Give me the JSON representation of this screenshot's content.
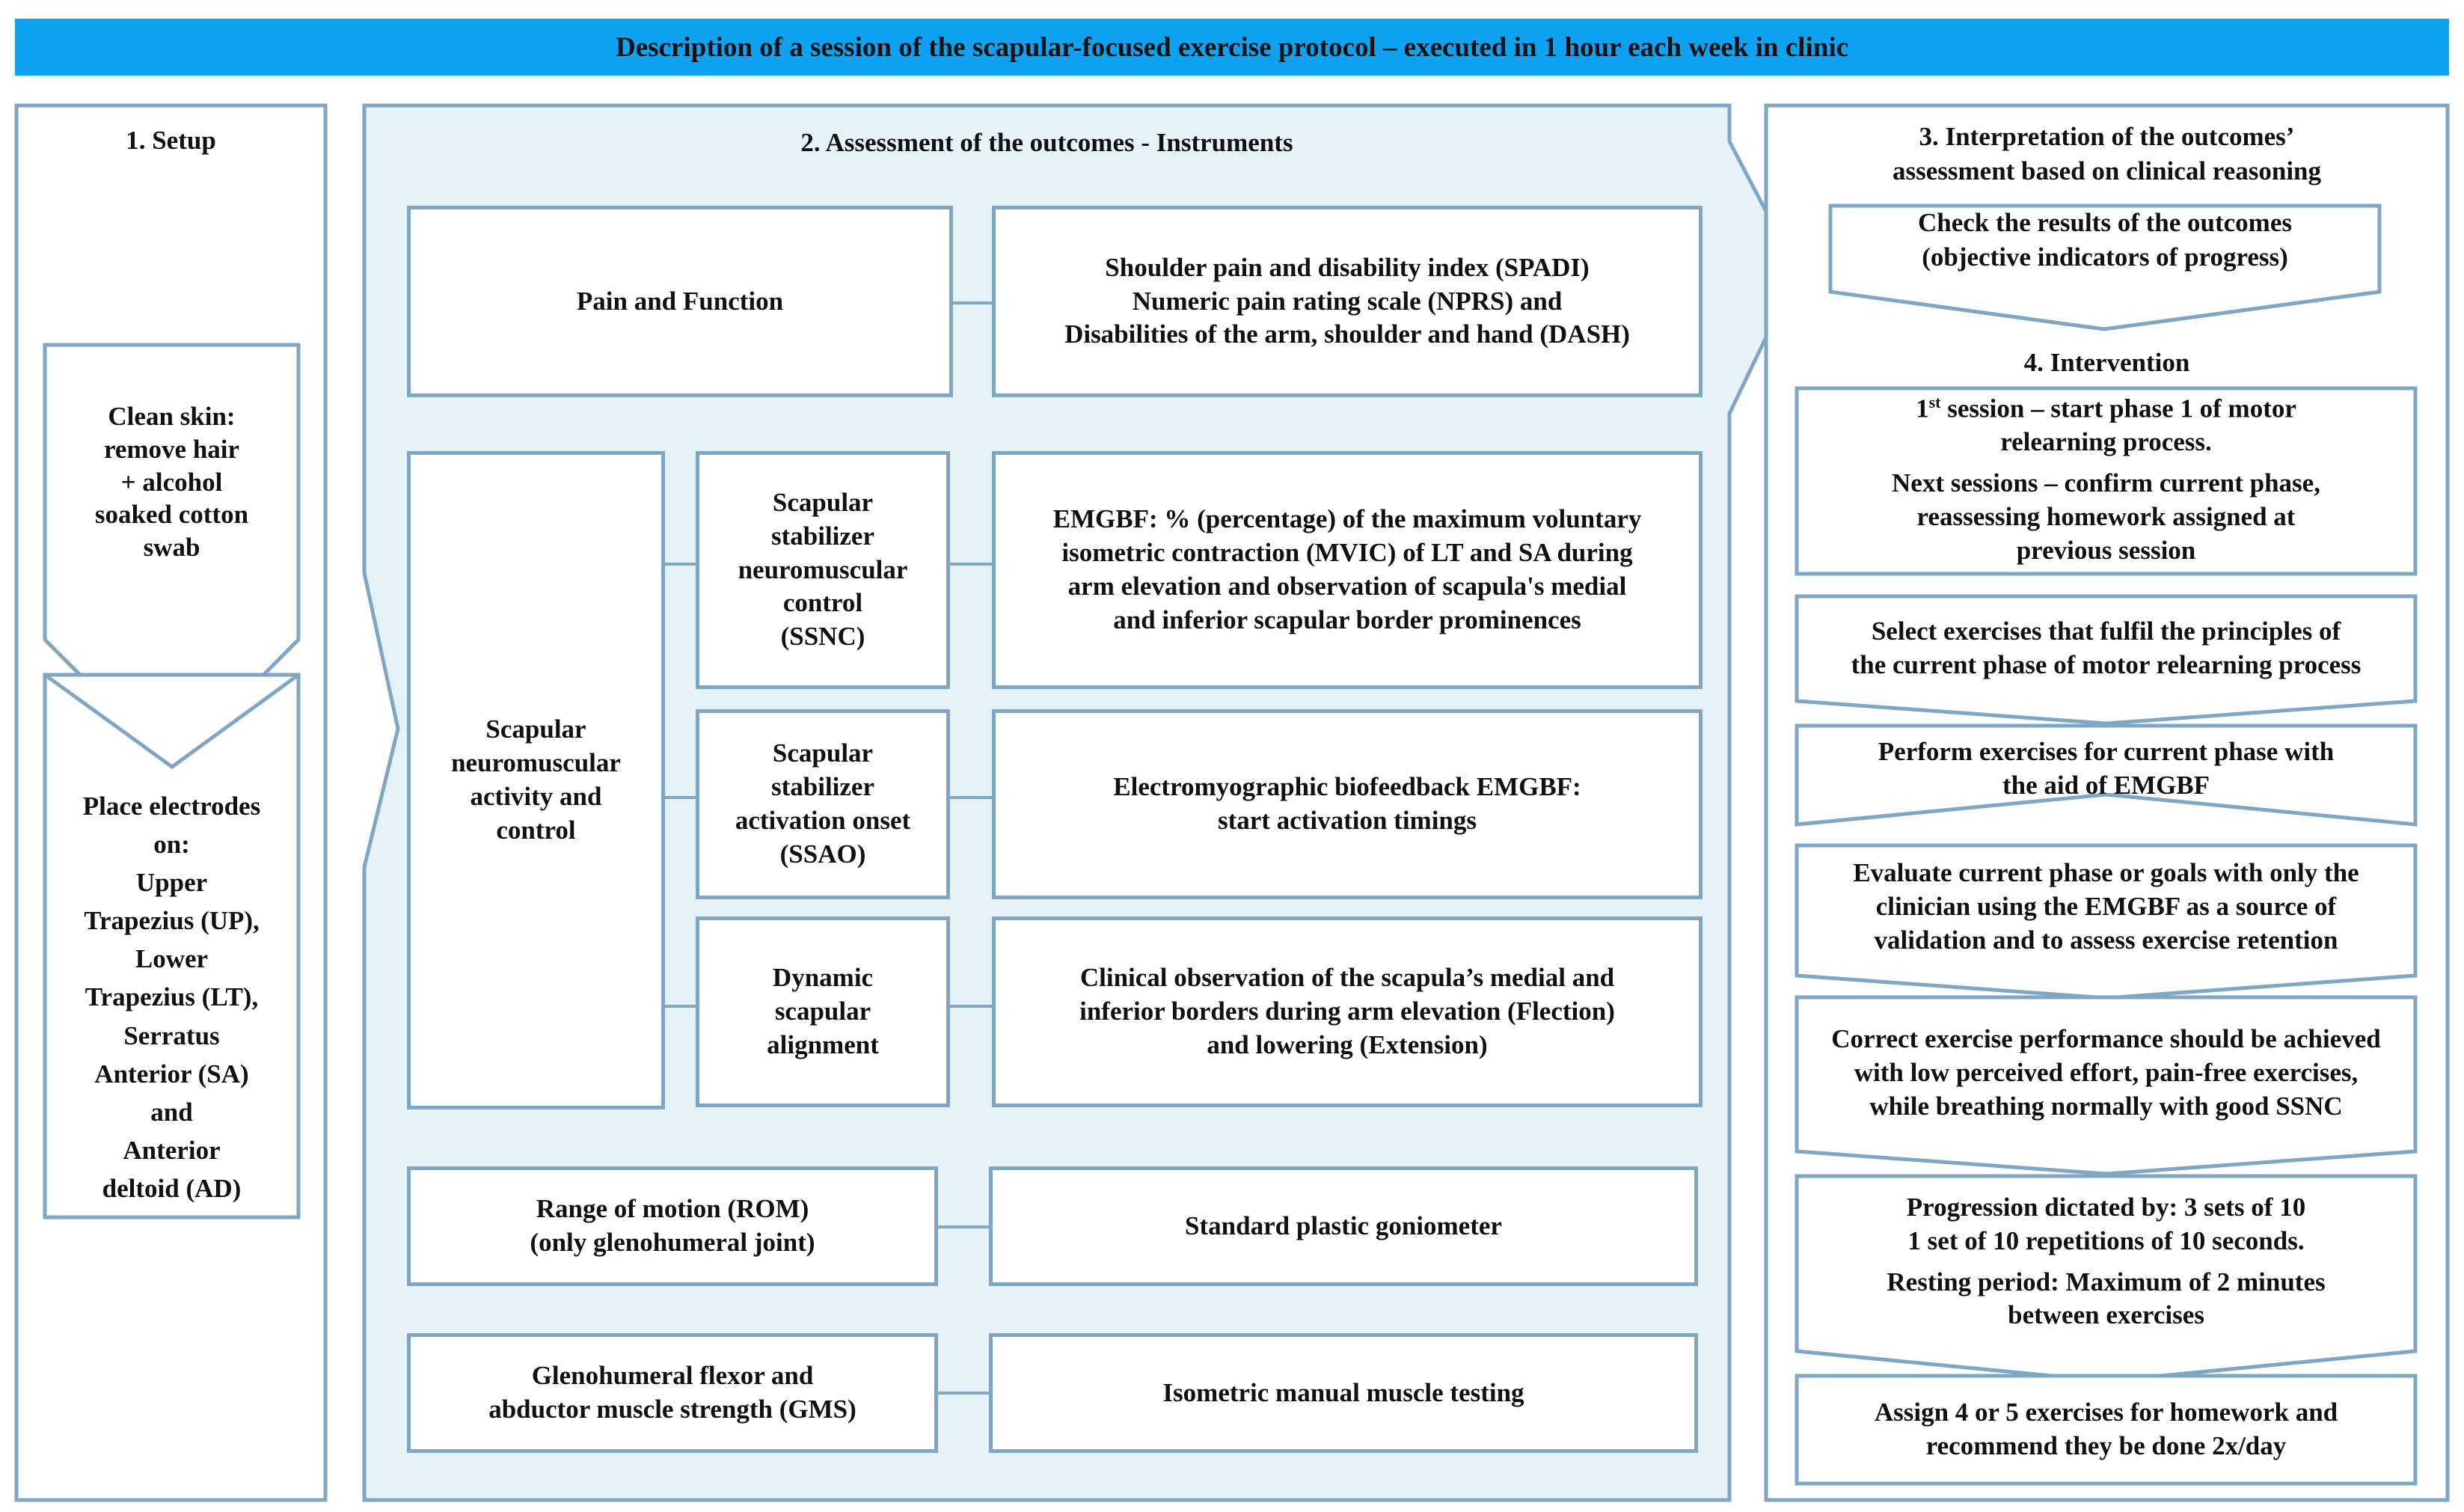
{
  "title": "Description of a session of the scapular-focused exercise protocol – executed in 1 hour each week in clinic",
  "setup": {
    "heading": "1. Setup",
    "clean_skin": [
      "Clean skin:",
      "remove hair",
      "+ alcohol",
      "soaked cotton",
      "swab"
    ],
    "electrodes": [
      "Place electrodes",
      "on:",
      "Upper",
      "Trapezius (UP),",
      "Lower",
      "Trapezius (LT),",
      "Serratus",
      "Anterior (SA)",
      "and",
      "Anterior",
      "deltoid (AD)"
    ]
  },
  "assessment": {
    "heading": "2. Assessment of the outcomes - Instruments",
    "pain_function": {
      "label": "Pain and Function",
      "instrument": [
        "Shoulder pain and disability index (SPADI)",
        "Numeric pain rating scale (NPRS) and",
        "Disabilities of the arm, shoulder and hand (DASH)"
      ]
    },
    "scapular": {
      "label": [
        "Scapular",
        "neuromuscular",
        "activity and",
        "control"
      ],
      "ssnc": {
        "label": [
          "Scapular",
          "stabilizer",
          "neuromuscular",
          "control",
          "(SSNC)"
        ],
        "instrument": [
          "EMGBF: % (percentage) of the maximum voluntary",
          "isometric contraction (MVIC) of  LT and SA during",
          "arm elevation and observation of scapula's medial",
          "and inferior scapular border prominences"
        ]
      },
      "ssao": {
        "label": [
          "Scapular",
          "stabilizer",
          "activation onset",
          "(SSAO)"
        ],
        "instrument": [
          "Electromyographic biofeedback EMGBF:",
          "start activation timings"
        ]
      },
      "dynamic": {
        "label": [
          "Dynamic",
          "scapular",
          "alignment"
        ],
        "instrument": [
          "Clinical observation of the scapula’s medial and",
          "inferior borders during arm elevation (Flection)",
          "and lowering (Extension)"
        ]
      }
    },
    "rom": {
      "label": [
        "Range of motion (ROM)",
        "(only glenohumeral joint)"
      ],
      "instrument": "Standard plastic goniometer"
    },
    "gms": {
      "label": [
        "Glenohumeral flexor and",
        "abductor muscle strength (GMS)"
      ],
      "instrument": "Isometric manual muscle testing"
    }
  },
  "interpretation": {
    "heading": [
      "3. Interpretation of the outcomes’",
      "assessment based on clinical reasoning"
    ],
    "check": [
      "Check the results of the outcomes",
      "(objective indicators of progress)"
    ]
  },
  "intervention": {
    "heading": "4. Intervention",
    "first_pre": "1",
    "first_sup": "st",
    "first_post": " session – start phase 1 of motor",
    "first_line2": "relearning process.",
    "next": [
      "Next sessions – confirm current phase,",
      "reassessing homework assigned at",
      "previous session"
    ],
    "select": [
      "Select exercises that fulfil the principles of",
      "the current phase of motor relearning process"
    ],
    "perform": [
      "Perform exercises for current phase with",
      "the aid of EMGBF"
    ],
    "evaluate": [
      "Evaluate current phase or goals with only the",
      "clinician using the EMGBF as a source of",
      "validation and to assess exercise retention"
    ],
    "correct": [
      "Correct exercise performance should be achieved",
      "with low perceived effort, pain-free exercises,",
      "while breathing normally with good SSNC"
    ],
    "progression": [
      "Progression dictated by: 3 sets of 10",
      "1 set of 10 repetitions of 10 seconds."
    ],
    "resting": [
      "Resting period: Maximum of 2 minutes",
      "between exercises"
    ],
    "assign": [
      "Assign 4 or 5 exercises for homework and",
      "recommend they be done 2x/day"
    ]
  }
}
